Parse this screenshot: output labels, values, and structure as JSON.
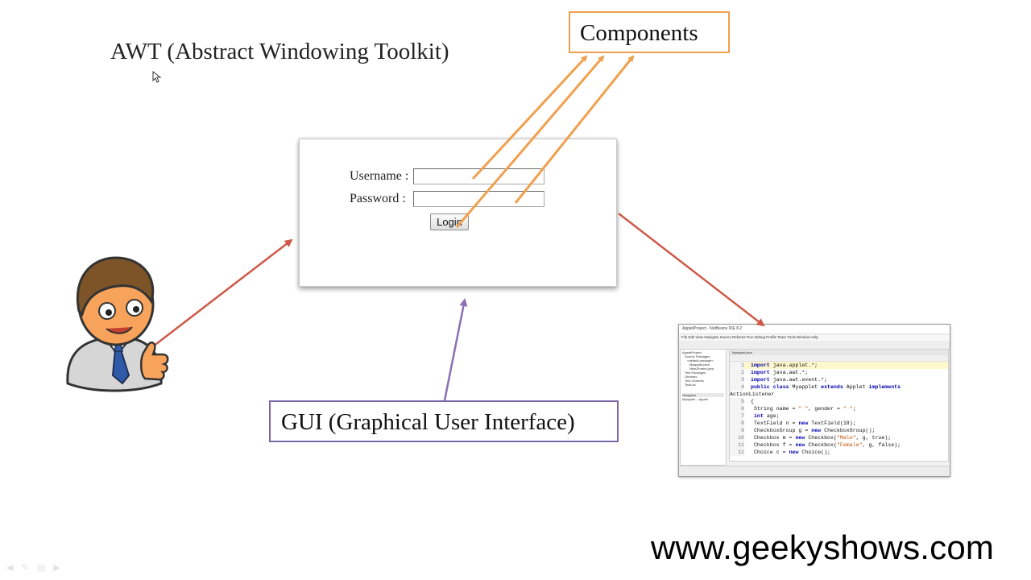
{
  "slide": {
    "title": "AWT (Abstract Windowing Toolkit)",
    "components_label": "Components",
    "gui_label": "GUI (Graphical User Interface)",
    "website": "www.geekyshows.com"
  },
  "login_form": {
    "username_label": "Username :",
    "password_label": "Password :",
    "login_button": "Login"
  },
  "ide": {
    "title": "AppletProject - NetBeans IDE 8.2",
    "menu": "File  Edit  View  Navigate  Source  Refactor  Run  Debug  Profile  Team  Tools  Window  Help",
    "file_tab": "Myapplet.java",
    "project_items": [
      "AppletProject",
      "Source Packages",
      "<default package>",
      "Myapplet.java",
      "NewJFrame.java",
      "Test Packages",
      "Libraries",
      "Test Libraries",
      "TestList",
      "Navigator",
      "Myapplet :: Applet"
    ],
    "code_lines": [
      {
        "n": "1",
        "text": "import java.applet.*;"
      },
      {
        "n": "2",
        "text": "import java.awt.*;"
      },
      {
        "n": "3",
        "text": "import java.awt.event.*;"
      },
      {
        "n": "4",
        "text": "public class Myapplet extends Applet implements ActionListener"
      },
      {
        "n": "5",
        "text": "{"
      },
      {
        "n": "6",
        "text": "    String name = \" \", gender = \" \";"
      },
      {
        "n": "7",
        "text": "    int age;"
      },
      {
        "n": "8",
        "text": "    TextField n = new TextField(18);"
      },
      {
        "n": "9",
        "text": "    CheckboxGroup g = new CheckboxGroup();"
      },
      {
        "n": "10",
        "text": "    Checkbox m = new Checkbox(\"Male\", g, true);"
      },
      {
        "n": "11",
        "text": "    Checkbox f = new Checkbox(\"Female\", g, false);"
      },
      {
        "n": "12",
        "text": "    Choice c = new Choice();"
      }
    ]
  },
  "colors": {
    "orange_arrow": "#f0a04e",
    "red_arrow": "#cd5a48",
    "purple_arrow": "#8a70b4",
    "components_border": "#f0a04e",
    "gui_border": "#7a67a8"
  },
  "icons": [
    "person-thumbs-up-icon",
    "cursor-icon",
    "prev-icon",
    "pen-icon",
    "menu-icon",
    "next-icon"
  ]
}
